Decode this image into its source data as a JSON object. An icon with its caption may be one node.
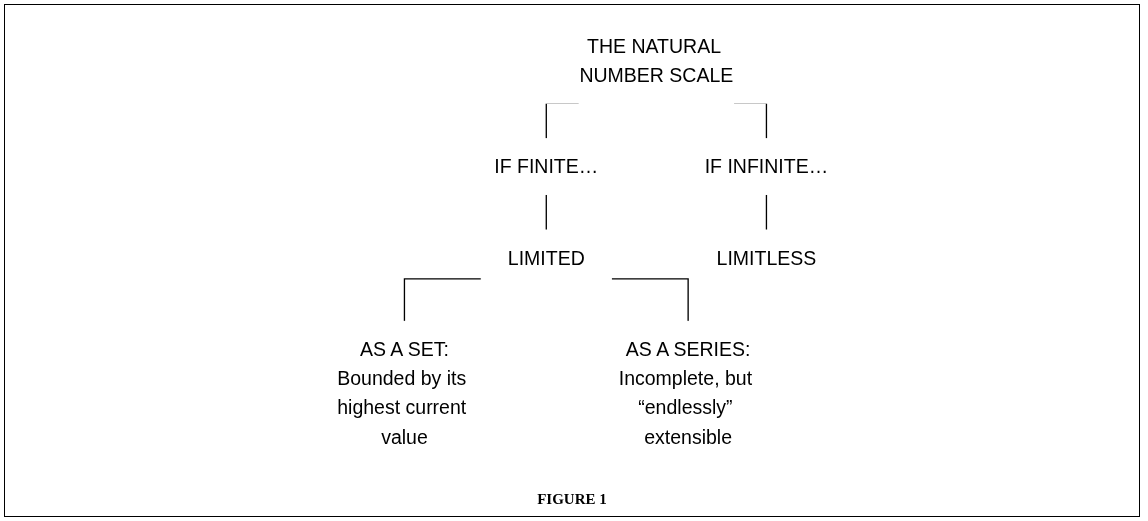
{
  "diagram": {
    "caption": "FIGURE 1",
    "nodes": [
      {
        "text": [
          "THE NATURAL NUMBER SCALE"
        ]
      },
      {
        "text": [
          "IF FINITE…"
        ]
      },
      {
        "text": [
          "IF INFINITE…"
        ]
      },
      {
        "text": [
          "LIMITED"
        ]
      },
      {
        "text": [
          "LIMITLESS"
        ]
      },
      {
        "text": [
          "AS A SET:",
          "Bounded by its highest current value"
        ]
      },
      {
        "text": [
          "AS A SERIES:",
          "Incomplete, but “endlessly” extensible"
        ]
      }
    ],
    "edges": [
      {
        "from": 0,
        "to": 1,
        "arrow": "none"
      },
      {
        "from": 0,
        "to": 2,
        "arrow": "none"
      },
      {
        "from": 1,
        "to": 3,
        "arrow": "none"
      },
      {
        "from": 2,
        "to": 4,
        "arrow": "none"
      },
      {
        "from": 3,
        "to": 5,
        "arrow": "none"
      },
      {
        "from": 3,
        "to": 6,
        "arrow": "none"
      }
    ]
  }
}
